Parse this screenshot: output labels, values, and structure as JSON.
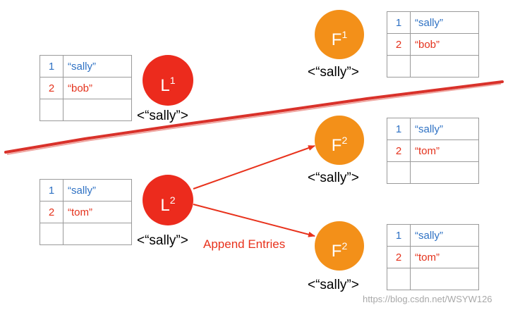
{
  "logs": {
    "old_leader": [
      {
        "index": "1",
        "value": "“sally”",
        "color": "#2f72c4"
      },
      {
        "index": "2",
        "value": "“bob”",
        "color": "#e4321c"
      },
      {
        "index": "",
        "value": "",
        "color": ""
      }
    ],
    "old_follower": [
      {
        "index": "1",
        "value": "“sally”",
        "color": "#2f72c4"
      },
      {
        "index": "2",
        "value": "“bob”",
        "color": "#e4321c"
      },
      {
        "index": "",
        "value": "",
        "color": ""
      }
    ],
    "new_leader": [
      {
        "index": "1",
        "value": "“sally”",
        "color": "#2f72c4"
      },
      {
        "index": "2",
        "value": "“tom”",
        "color": "#e4321c"
      },
      {
        "index": "",
        "value": "",
        "color": ""
      }
    ],
    "new_follower_top": [
      {
        "index": "1",
        "value": "“sally”",
        "color": "#2f72c4"
      },
      {
        "index": "2",
        "value": "“tom”",
        "color": "#e4321c"
      },
      {
        "index": "",
        "value": "",
        "color": ""
      }
    ],
    "new_follower_bottom": [
      {
        "index": "1",
        "value": "“sally”",
        "color": "#2f72c4"
      },
      {
        "index": "2",
        "value": "“tom”",
        "color": "#e4321c"
      },
      {
        "index": "",
        "value": "",
        "color": ""
      }
    ]
  },
  "nodes": {
    "old_leader": {
      "letter": "L",
      "sup": "1",
      "term": "<“sally”>"
    },
    "old_follower": {
      "letter": "F",
      "sup": "1",
      "term": "<“sally”>"
    },
    "new_leader": {
      "letter": "L",
      "sup": "2",
      "term": "<“sally”>"
    },
    "new_follower_top": {
      "letter": "F",
      "sup": "2",
      "term": "<“sally”>"
    },
    "new_follower_bottom": {
      "letter": "F",
      "sup": "2",
      "term": "<“sally”>"
    }
  },
  "append_label": "Append Entries",
  "watermark": "https://blog.csdn.net/WSYW126",
  "colors": {
    "leader": "#ec2b1d",
    "follower": "#f39019",
    "entry_blue": "#2f72c4",
    "entry_red": "#e4321c",
    "divider": "#d9312a",
    "arrow": "#e8321c"
  }
}
